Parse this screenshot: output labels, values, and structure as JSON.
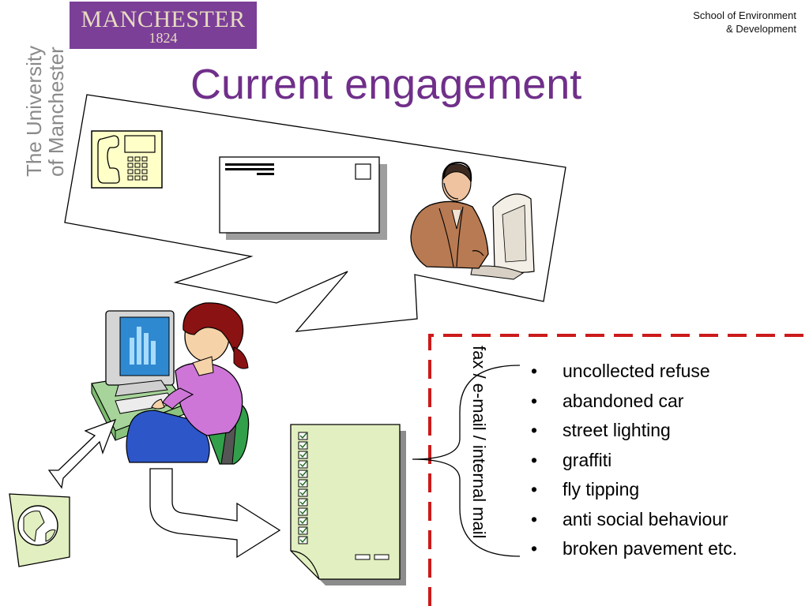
{
  "logo": {
    "word": "MANCHESTER",
    "year": "1824",
    "color": "#7b3f98"
  },
  "school": {
    "line1": "School of Environment",
    "line2": "& Development"
  },
  "university": {
    "line1": "The University",
    "line2": "of Manchester"
  },
  "title": "Current engagement",
  "channels_label": "fax / e-mail / internal mail",
  "issues": [
    "uncollected refuse",
    "abandoned car",
    "street lighting",
    "graffiti",
    "fly tipping",
    "anti social behaviour",
    "broken pavement etc."
  ],
  "bullet_symbol": "•",
  "colors": {
    "title": "#702f8a",
    "dashed_frame": "#cc1a1a",
    "form": "#e2efc0",
    "phone": "#ffffc8"
  },
  "icons": [
    "telephone-icon",
    "envelope-icon",
    "call-centre-operator-icon",
    "office-worker-at-computer-icon",
    "globe-document-icon",
    "checklist-form-icon",
    "double-arrow-icon",
    "curved-arrow-icon"
  ]
}
